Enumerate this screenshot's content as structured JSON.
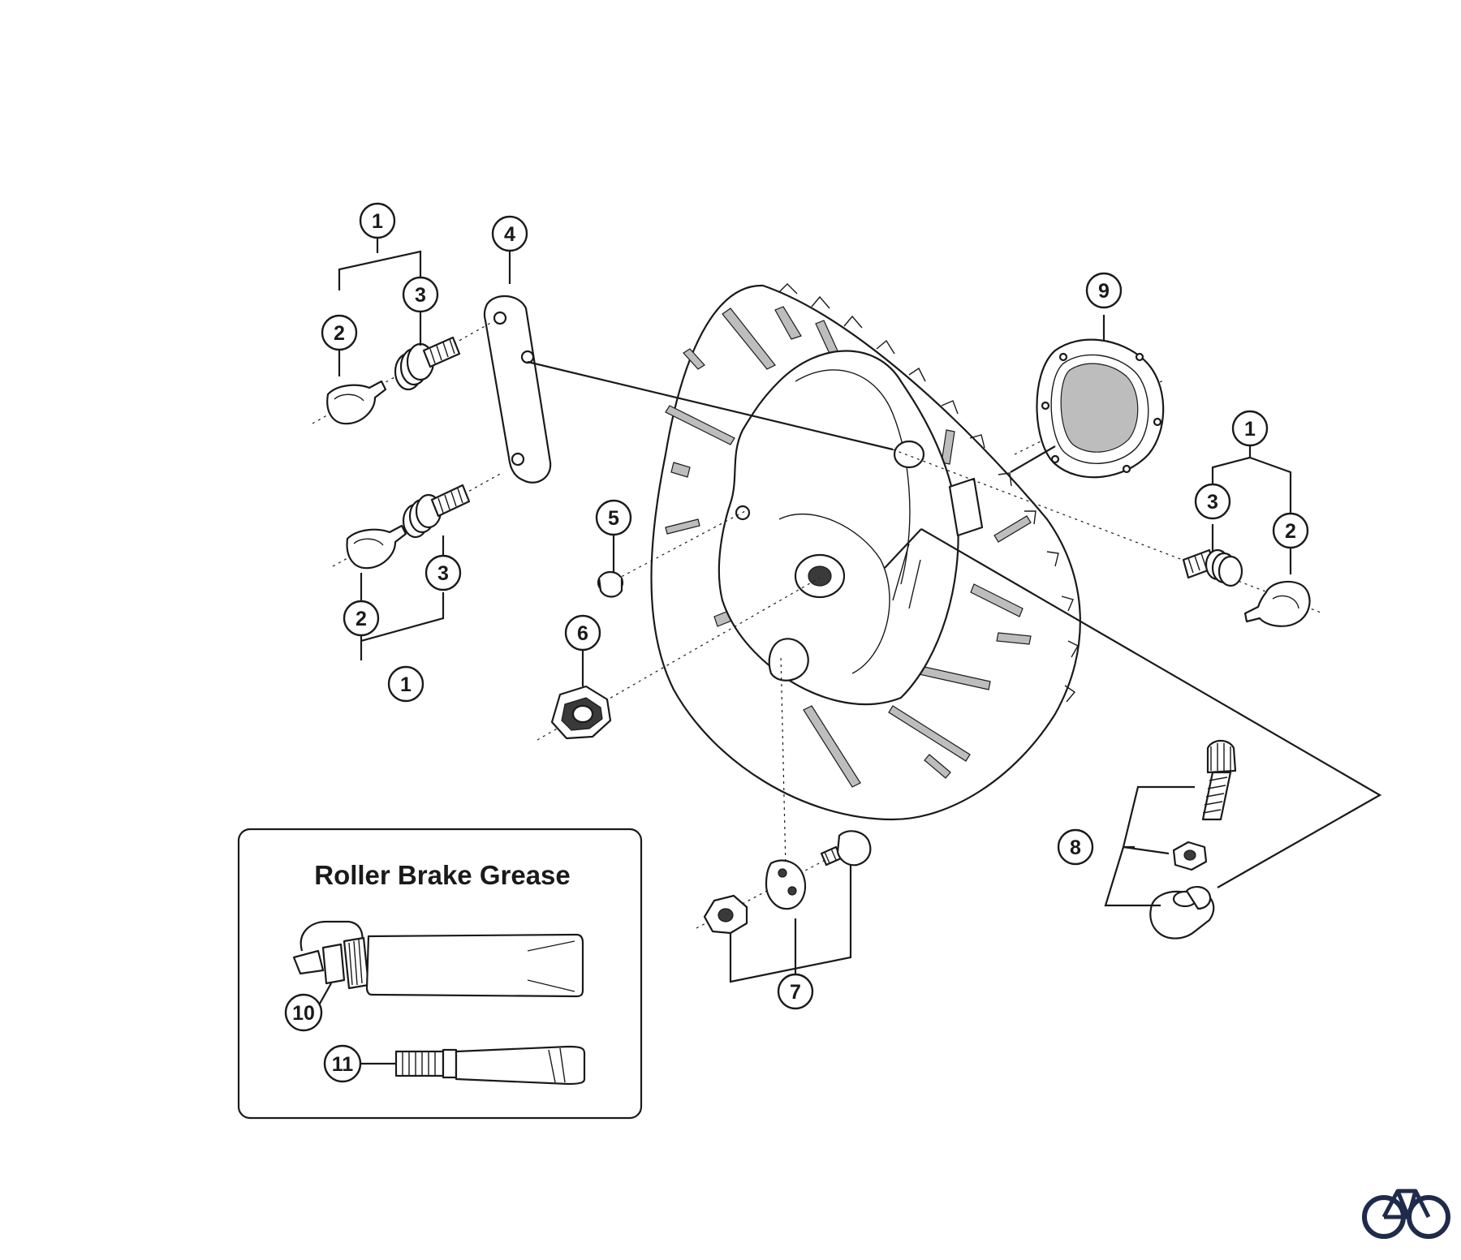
{
  "callouts": {
    "c1a": "1",
    "c2a": "2",
    "c3a": "3",
    "c4": "4",
    "c3b": "3",
    "c2b": "2",
    "c1b": "1",
    "c5": "5",
    "c6": "6",
    "c7": "7",
    "c8": "8",
    "c9": "9",
    "c1c": "1",
    "c3c": "3",
    "c2c": "2",
    "c10": "10",
    "c11": "11"
  },
  "grease_box": {
    "title": "Roller Brake Grease"
  },
  "icons": {
    "logo": "bicycle-logo-icon"
  },
  "colors": {
    "line": "#1a1a1a",
    "background": "#ffffff",
    "logo": "#1f2b4a"
  }
}
